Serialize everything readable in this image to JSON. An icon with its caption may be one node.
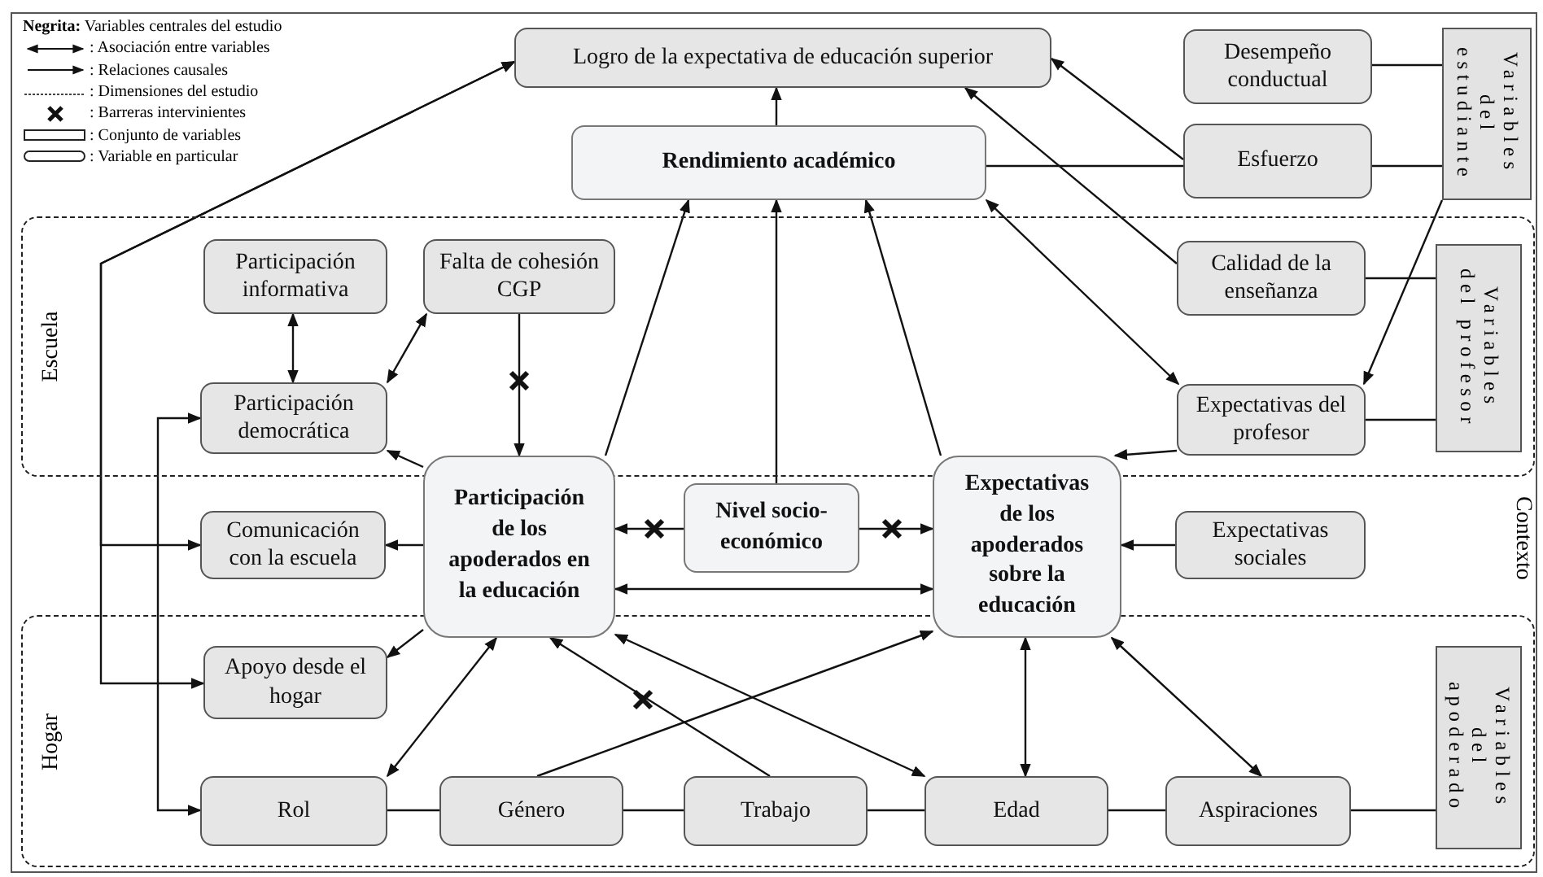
{
  "diagram": {
    "nodes": [
      {
        "text": [
          "Escuela"
        ]
      },
      {
        "text": [
          "Hogar"
        ]
      },
      {
        "text": [
          "Logro de la expectativa de educación superior"
        ]
      },
      {
        "text": [
          "Desempeño conductual"
        ]
      },
      {
        "text": [
          "Variables del estudiante"
        ]
      },
      {
        "text": [
          "Rendimiento académico"
        ]
      },
      {
        "text": [
          "Esfuerzo"
        ]
      },
      {
        "text": [
          "Participación informativa"
        ],
        "in": 0
      },
      {
        "text": [
          "Falta de cohesión CGP"
        ],
        "in": 0
      },
      {
        "text": [
          "Calidad de la enseñanza"
        ],
        "in": 0
      },
      {
        "text": [
          "Variables del profesor"
        ],
        "in": 0
      },
      {
        "text": [
          "Participación democrática"
        ],
        "in": 0
      },
      {
        "text": [
          "Expectativas del profesor"
        ],
        "in": 0
      },
      {
        "text": [
          "Participación de los apoderados en la educación"
        ]
      },
      {
        "text": [
          "Nivel socio-económico"
        ]
      },
      {
        "text": [
          "Expectativas de los apoderados sobre la educación"
        ]
      },
      {
        "text": [
          "Comunicación con la escuela"
        ]
      },
      {
        "text": [
          "Expectativas sociales"
        ]
      },
      {
        "text": [
          "Apoyo desde el hogar"
        ],
        "in": 1
      },
      {
        "text": [
          "Rol"
        ],
        "in": 1
      },
      {
        "text": [
          "Género"
        ],
        "in": 1
      },
      {
        "text": [
          "Trabajo"
        ],
        "in": 1
      },
      {
        "text": [
          "Edad"
        ],
        "in": 1
      },
      {
        "text": [
          "Aspiraciones"
        ],
        "in": 1
      },
      {
        "text": [
          "Variables del apoderado"
        ],
        "in": 1
      }
    ],
    "edges": [
      {
        "from": 5,
        "to": 2,
        "arrow": "to"
      },
      {
        "from": 6,
        "to": 2,
        "arrow": "to"
      },
      {
        "from": 5,
        "to": 6,
        "arrow": "none"
      },
      {
        "from": 3,
        "to": 4,
        "arrow": "none"
      },
      {
        "from": 6,
        "to": 4,
        "arrow": "none"
      },
      {
        "from": 9,
        "to": 2,
        "arrow": "to"
      },
      {
        "from": 5,
        "to": 12,
        "arrow": "both"
      },
      {
        "from": 4,
        "to": 12,
        "arrow": "to"
      },
      {
        "from": 9,
        "to": 10,
        "arrow": "none"
      },
      {
        "from": 12,
        "to": 10,
        "arrow": "none"
      },
      {
        "from": 8,
        "to": 13,
        "arrow": "to"
      },
      {
        "from": 7,
        "to": 11,
        "arrow": "both"
      },
      {
        "from": 11,
        "to": 8,
        "arrow": "both"
      },
      {
        "from": 13,
        "to": 11,
        "arrow": "to"
      },
      {
        "from": 13,
        "to": 16,
        "arrow": "to"
      },
      {
        "from": 14,
        "to": 13,
        "arrow": "to"
      },
      {
        "from": 14,
        "to": 15,
        "arrow": "to"
      },
      {
        "from": 15,
        "to": 13,
        "arrow": "both"
      },
      {
        "from": 17,
        "to": 15,
        "arrow": "to"
      },
      {
        "from": 12,
        "to": 15,
        "arrow": "to"
      },
      {
        "from": 13,
        "to": 5,
        "arrow": "to"
      },
      {
        "from": 14,
        "to": 5,
        "arrow": "to"
      },
      {
        "from": 15,
        "to": 5,
        "arrow": "to"
      },
      {
        "from": 13,
        "to": 18,
        "arrow": "to"
      },
      {
        "from": 13,
        "to": 19,
        "arrow": "both"
      },
      {
        "from": 21,
        "to": 13,
        "arrow": "to"
      },
      {
        "from": 13,
        "to": 22,
        "arrow": "both"
      },
      {
        "from": 20,
        "to": 15,
        "arrow": "to"
      },
      {
        "from": 22,
        "to": 15,
        "arrow": "both"
      },
      {
        "from": 23,
        "to": 15,
        "arrow": "both"
      },
      {
        "from": 19,
        "to": 20,
        "arrow": "none"
      },
      {
        "from": 20,
        "to": 21,
        "arrow": "none"
      },
      {
        "from": 21,
        "to": 22,
        "arrow": "none"
      },
      {
        "from": 22,
        "to": 23,
        "arrow": "none"
      },
      {
        "from": 23,
        "to": 24,
        "arrow": "none"
      },
      {
        "from": 11,
        "to": 19,
        "arrow": "both"
      },
      {
        "from": 16,
        "to": 2,
        "arrow": "both"
      },
      {
        "from": 18,
        "to": 2,
        "arrow": "both"
      }
    ],
    "labels": [
      "Contexto"
    ],
    "legend": [
      {
        "text": "**Negrita:** Variables centrales del estudio"
      },
      {
        "text": ": Asociación entre variables"
      },
      {
        "text": ": Relaciones causales"
      },
      {
        "text": ": Dimensiones del estudio"
      },
      {
        "text": ": Barreras intervinientes"
      },
      {
        "text": ": Conjunto de variables"
      },
      {
        "text": ": Variable en particular"
      }
    ]
  }
}
